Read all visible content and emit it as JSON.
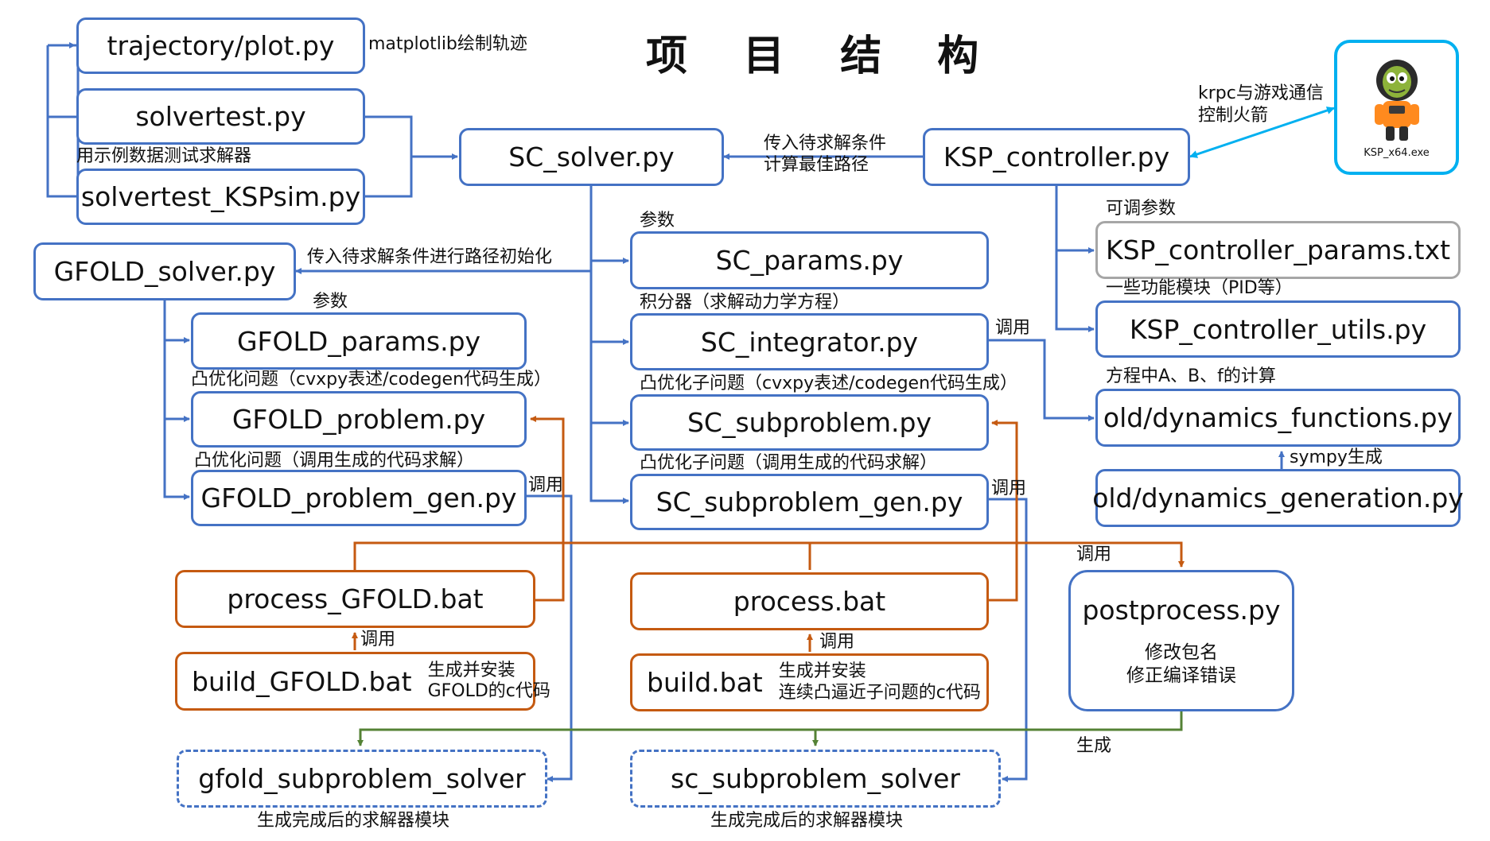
{
  "title": "项 目 结 构",
  "files": {
    "trajectory_plot": "trajectory/plot.py",
    "solvertest": "solvertest.py",
    "solvertest_ksp": "solvertest_KSPsim.py",
    "sc_solver": "SC_solver.py",
    "ksp_controller": "KSP_controller.py",
    "ksp_exe": "KSP_x64.exe",
    "gfold_solver": "GFOLD_solver.py",
    "sc_params": "SC_params.py",
    "ksp_params": "KSP_controller_params.txt",
    "gfold_params": "GFOLD_params.py",
    "sc_integrator": "SC_integrator.py",
    "ksp_utils": "KSP_controller_utils.py",
    "gfold_problem": "GFOLD_problem.py",
    "sc_subproblem": "SC_subproblem.py",
    "dyn_functions": "old/dynamics_functions.py",
    "gfold_problem_gen": "GFOLD_problem_gen.py",
    "sc_subproblem_gen": "SC_subproblem_gen.py",
    "dyn_generation": "old/dynamics_generation.py",
    "process_gfold": "process_GFOLD.bat",
    "process": "process.bat",
    "postprocess": "postprocess.py",
    "build_gfold": "build_GFOLD.bat",
    "build": "build.bat",
    "gfold_sub_solver": "gfold_subproblem_solver",
    "sc_sub_solver": "sc_subproblem_solver"
  },
  "notes": {
    "matplotlib": "matplotlib绘制轨迹",
    "krpc_1": "krpc与游戏通信",
    "krpc_2": "控制火箭",
    "example_data": "用示例数据测试求解器",
    "pass_cond_1": "传入待求解条件",
    "pass_cond_2": "计算最佳路径",
    "tunable": "可调参数",
    "params_sc": "参数",
    "pass_init": "传入待求解条件进行路径初始化",
    "params_gfold": "参数",
    "integrator": "积分器（求解动力学方程）",
    "modules_pid": "一些功能模块（PID等）",
    "call_integrator": "调用",
    "cvx_gfold": "凸优化问题（cvxpy表述/codegen代码生成）",
    "cvx_sc": "凸优化子问题（cvxpy表述/codegen代码生成）",
    "abf_calc": "方程中A、B、f的计算",
    "gen_gfold": "凸优化问题（调用生成的代码求解）",
    "gen_sc": "凸优化子问题（调用生成的代码求解）",
    "sympy": "sympy生成",
    "call_gfold_gen": "调用",
    "call_sc_gen": "调用",
    "call_post": "调用",
    "call_build_gfold": "调用",
    "call_build": "调用",
    "build_gfold_1": "生成并安装",
    "build_gfold_2": "GFOLD的c代码",
    "build_1": "生成并安装",
    "build_2": "连续凸逼近子问题的c代码",
    "post_1": "修改包名",
    "post_2": "修正编译错误",
    "generate": "生成",
    "solver_module_1": "生成完成后的求解器模块",
    "solver_module_2": "生成完成后的求解器模块"
  },
  "colors": {
    "blue": "#4472c4",
    "orange": "#c55a11",
    "green": "#548235",
    "cyan": "#00b0f0",
    "gray": "#a6a6a6"
  },
  "icons": {
    "ksp_exe": "kerbal-astronaut-icon"
  }
}
